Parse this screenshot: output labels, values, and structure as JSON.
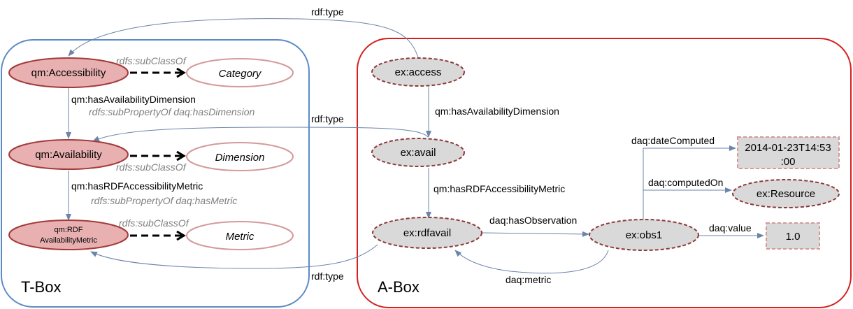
{
  "tbox": {
    "title": "T-Box",
    "nodes": {
      "accessibility": "qm:Accessibility",
      "availability": "qm:Availability",
      "rdf_metric_line1": "qm:RDF",
      "rdf_metric_line2": "AvailabilityMetric",
      "category": "Category",
      "dimension": "Dimension",
      "metric": "Metric"
    },
    "labels": {
      "subclass1": "rdfs:subClassOf",
      "subclass2": "rdfs:subClassOf",
      "subclass3": "rdfs:subClassOf",
      "has_avail_dim": "qm:hasAvailabilityDimension",
      "subprop_dim": "rdfs:subPropertyOf daq:hasDimension",
      "has_rdf_metric": "qm:hasRDFAccessibilityMetric",
      "subprop_metric": "rdfs:subPropertyOf daq:hasMetric"
    }
  },
  "abox": {
    "title": "A-Box",
    "nodes": {
      "access": "ex:access",
      "avail": "ex:avail",
      "rdfavail": "ex:rdfavail",
      "obs1": "ex:obs1",
      "resource": "ex:Resource",
      "date_line1": "2014-01-23T14:53",
      "date_line2": ":00",
      "value": "1.0"
    },
    "labels": {
      "has_avail_dim": "qm:hasAvailabilityDimension",
      "has_rdf_metric": "qm:hasRDFAccessibilityMetric",
      "has_observation": "daq:hasObservation",
      "date_computed": "daq:dateComputed",
      "computed_on": "daq:computedOn",
      "value": "daq:value",
      "metric": "daq:metric"
    }
  },
  "cross": {
    "rdf_type_1": "rdf:type",
    "rdf_type_2": "rdf:type",
    "rdf_type_3": "rdf:type"
  },
  "colors": {
    "tbox_border": "#5b8bc6",
    "abox_border": "#d42020",
    "class_fill": "#e8b0b0",
    "class_stroke": "#a33a3a",
    "instance_fill": "#d9d9d9",
    "instance_stroke": "#8c3a3a",
    "edge": "#6a85a8"
  }
}
